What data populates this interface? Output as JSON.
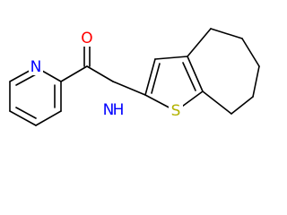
{
  "molecule": {
    "atoms": {
      "pyridine_n": "N",
      "carbonyl_o": "O",
      "amide_n": "N",
      "amide_h": "H",
      "thiophene_s": "S"
    },
    "colors": {
      "nitrogen": "#0000ff",
      "oxygen": "#ff0000",
      "sulfur": "#b2b200",
      "bond": "#000000"
    }
  }
}
